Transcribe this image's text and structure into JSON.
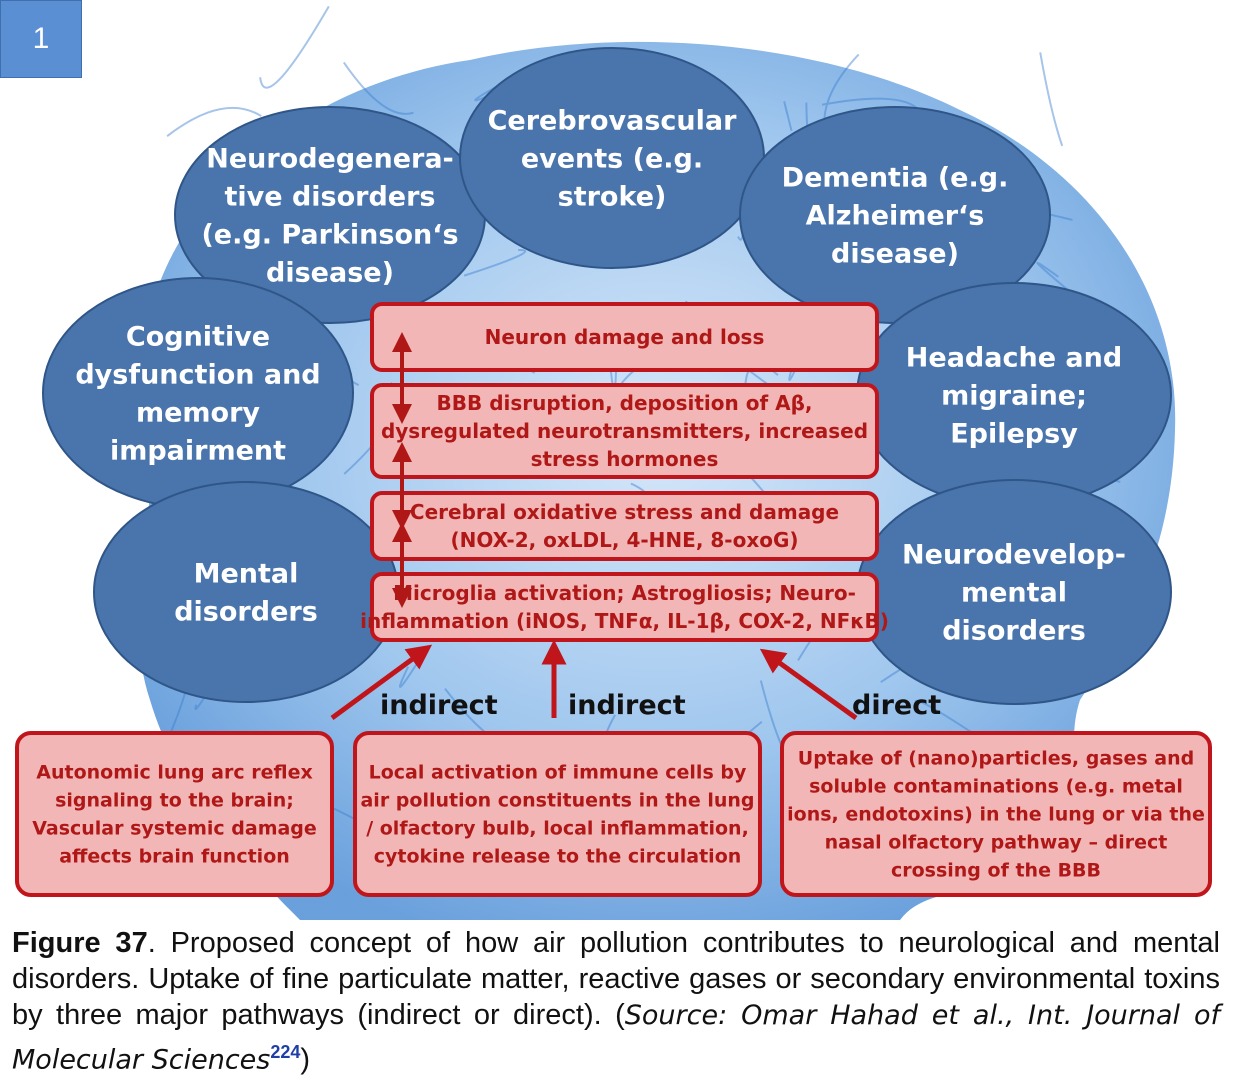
{
  "badge": "1",
  "outcomes": [
    {
      "id": "neurodegenerative",
      "lines": [
        "Neurodegenera-",
        "tive disorders",
        "(e.g. Parkinson‘s",
        "disease)"
      ]
    },
    {
      "id": "cerebrovascular",
      "lines": [
        "Cerebrovascular",
        "events (e.g.",
        "stroke)"
      ]
    },
    {
      "id": "dementia",
      "lines": [
        "Dementia (e.g.",
        "Alzheimer‘s",
        "disease)"
      ]
    },
    {
      "id": "cognitive",
      "lines": [
        "Cognitive",
        "dysfunction and",
        "memory",
        "impairment"
      ]
    },
    {
      "id": "headache",
      "lines": [
        "Headache and",
        "migraine;",
        "Epilepsy"
      ]
    },
    {
      "id": "mental",
      "lines": [
        "Mental",
        "disorders"
      ]
    },
    {
      "id": "neurodevelopmental",
      "lines": [
        "Neurodevelop-",
        "mental",
        "disorders"
      ]
    }
  ],
  "mechanisms": [
    {
      "id": "neuron-damage",
      "lines": [
        "Neuron damage and loss"
      ]
    },
    {
      "id": "bbb-disruption",
      "lines": [
        "BBB disruption, deposition of Aβ,",
        "dysregulated neurotransmitters, increased",
        "stress hormones"
      ]
    },
    {
      "id": "oxidative-stress",
      "lines": [
        "Cerebral oxidative stress and damage",
        "(NOX-2, oxLDL, 4-HNE, 8-oxoG)"
      ]
    },
    {
      "id": "microglia",
      "lines": [
        "Microglia activation; Astrogliosis; Neuro-",
        "inflammation (iNOS, TNFα, IL-1β, COX-2, NFκB)"
      ]
    }
  ],
  "pathway_labels": [
    "indirect",
    "indirect",
    "direct"
  ],
  "pathways": [
    {
      "id": "autonomic",
      "lines": [
        "Autonomic lung arc reflex",
        "signaling to the brain;",
        "Vascular systemic damage",
        "affects brain function"
      ]
    },
    {
      "id": "local-activation",
      "lines": [
        "Local activation of immune cells by",
        "air pollution constituents in the lung",
        "/ olfactory bulb, local inflammation,",
        "cytokine release to the circulation"
      ]
    },
    {
      "id": "uptake",
      "lines": [
        "Uptake of (nano)particles, gases and",
        "soluble contaminations (e.g. metal",
        "ions, endotoxins) in the lung or via the",
        "nasal olfactory pathway – direct",
        "crossing of the BBB"
      ]
    }
  ],
  "caption": {
    "figure_label": "Figure 37",
    "text": ". Proposed concept of how air pollution contributes to neurological and mental disorders. Uptake of fine particulate matter, reactive gases or secondary environmental toxins by three major pathways (indirect or direct). (",
    "source": "Source: Omar Hahad et al., Int. Journal of Molecular Sciences",
    "ref": "224",
    "close": ")"
  },
  "colors": {
    "ellipse_fill": "#4a74ac",
    "ellipse_stroke": "#2f5688",
    "box_fill": "#f2b6b6",
    "box_stroke": "#c0161b",
    "box_text": "#b01818",
    "brain": "#6fa6e0"
  }
}
